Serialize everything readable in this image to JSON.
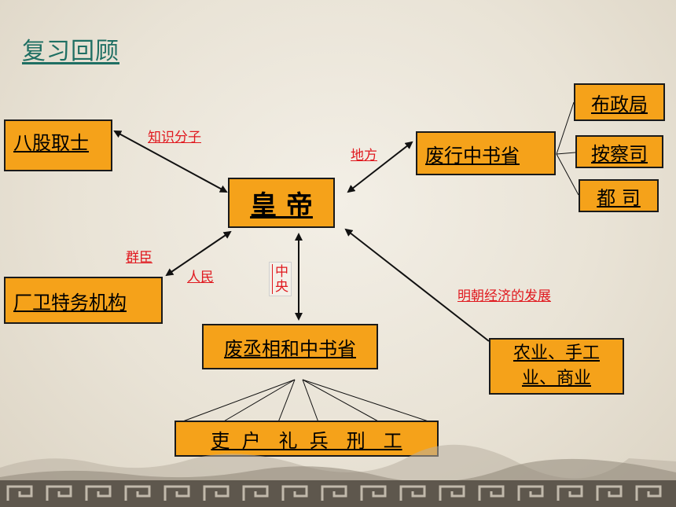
{
  "title": "复习回顾",
  "nodes": {
    "emperor": "皇 帝",
    "bagu": "八股取士",
    "changwei": "厂卫特务机构",
    "feixing": "废行中书省",
    "buzheng": "布政局",
    "ancha": " 按察司",
    "dusi": " 都 司",
    "feicheng": "废丞相和中书省",
    "liubu": "吏  户   礼  兵   刑   工",
    "nongye": " 农业、手工业、商业"
  },
  "labels": {
    "zhishi": "知识分子",
    "difang": "地方",
    "qunchen": "群臣",
    "renmin": "人民",
    "zhongyang": "中央",
    "jingji": "明朝经济的发展"
  },
  "colors": {
    "box_fill": "#f5a21a",
    "label_red": "#e0191f",
    "title_teal": "#1f6f63"
  }
}
